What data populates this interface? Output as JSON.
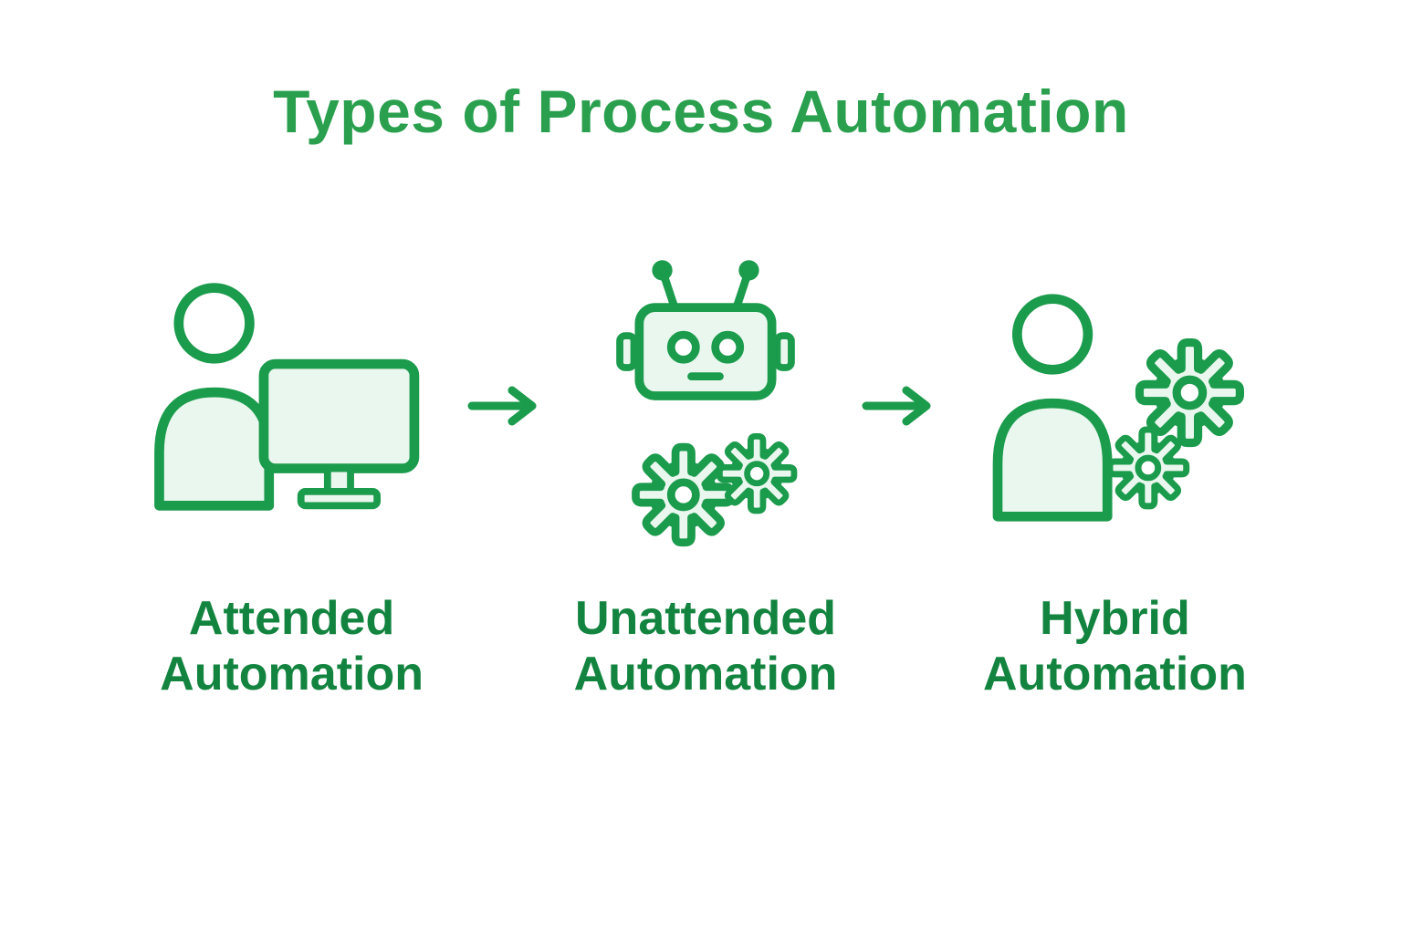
{
  "title": "Types of Process Automation",
  "items": [
    {
      "label": "Attended\nAutomation",
      "icon": "person-with-monitor-icon"
    },
    {
      "label": "Unattended\nAutomation",
      "icon": "robot-with-gears-icon"
    },
    {
      "label": "Hybrid\nAutomation",
      "icon": "person-with-gears-icon"
    }
  ],
  "arrow_icon": "arrow-right-icon",
  "colors": {
    "title-green": "#2aa04f",
    "label-green": "#12843f",
    "icon-stroke": "#1b9b4c",
    "icon-fill": "#e9f7ee",
    "background": "#ffffff"
  }
}
